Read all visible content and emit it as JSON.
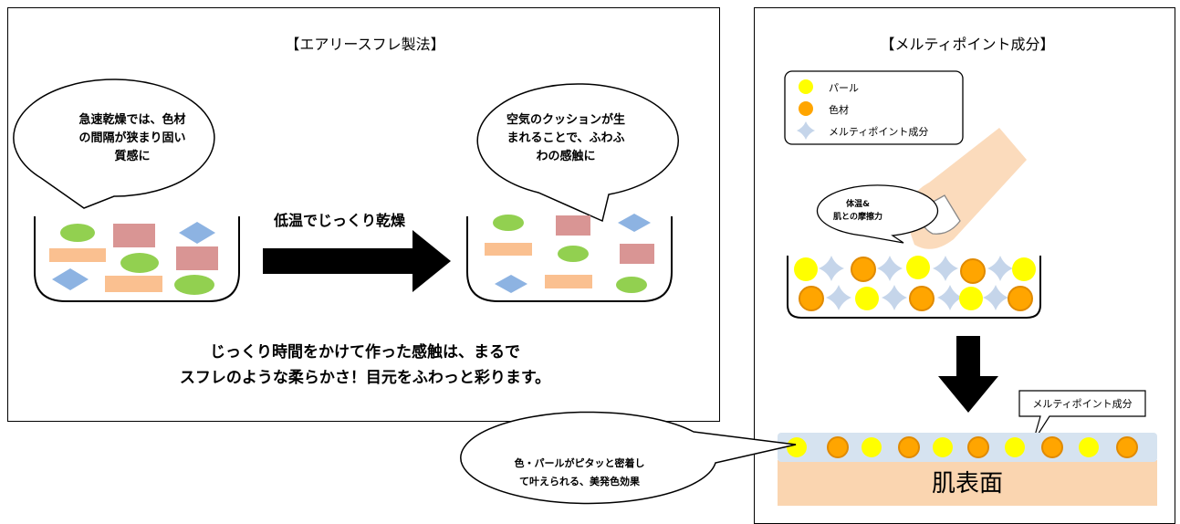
{
  "left_panel": {
    "title": "【エアリースフレ製法】",
    "bubble_left": [
      "急速乾燥では、色材",
      "の間隔が狭まり固い",
      "質感に"
    ],
    "bubble_right": [
      "空気のクッションが生",
      "まれることで、ふわふ",
      "わの感触に"
    ],
    "arrow_label": "低温でじっくり乾燥",
    "caption": [
      "じっくり時間をかけて作った感触は、まるで",
      "スフレのような柔らかさ！目元をふわっと彩ります。"
    ]
  },
  "right_panel": {
    "title": "【メルティポイント成分】",
    "legend": [
      {
        "label": "パール",
        "icon": "yellow-circle",
        "color": "#ffff00"
      },
      {
        "label": "色材",
        "icon": "orange-circle",
        "color": "#ffa500"
      },
      {
        "label": "メルティポイント成分",
        "icon": "blue-star",
        "color": "#c5d5ea"
      }
    ],
    "thought_bubble": [
      "体温&",
      "肌との摩擦力"
    ],
    "callout": "メルティポイント成分",
    "skin_label": "肌表面"
  },
  "bottom_bubble": [
    "色・パールがピタッと密着し",
    "て叶えられる、美発色効果"
  ],
  "colors": {
    "green": "#92d050",
    "rose": "#d99594",
    "peach": "#fac090",
    "blue": "#8db3e2",
    "yellow": "#ffff00",
    "orange": "#ffa500",
    "skin": "#fad5b0",
    "coat": "#d6e3f0"
  }
}
